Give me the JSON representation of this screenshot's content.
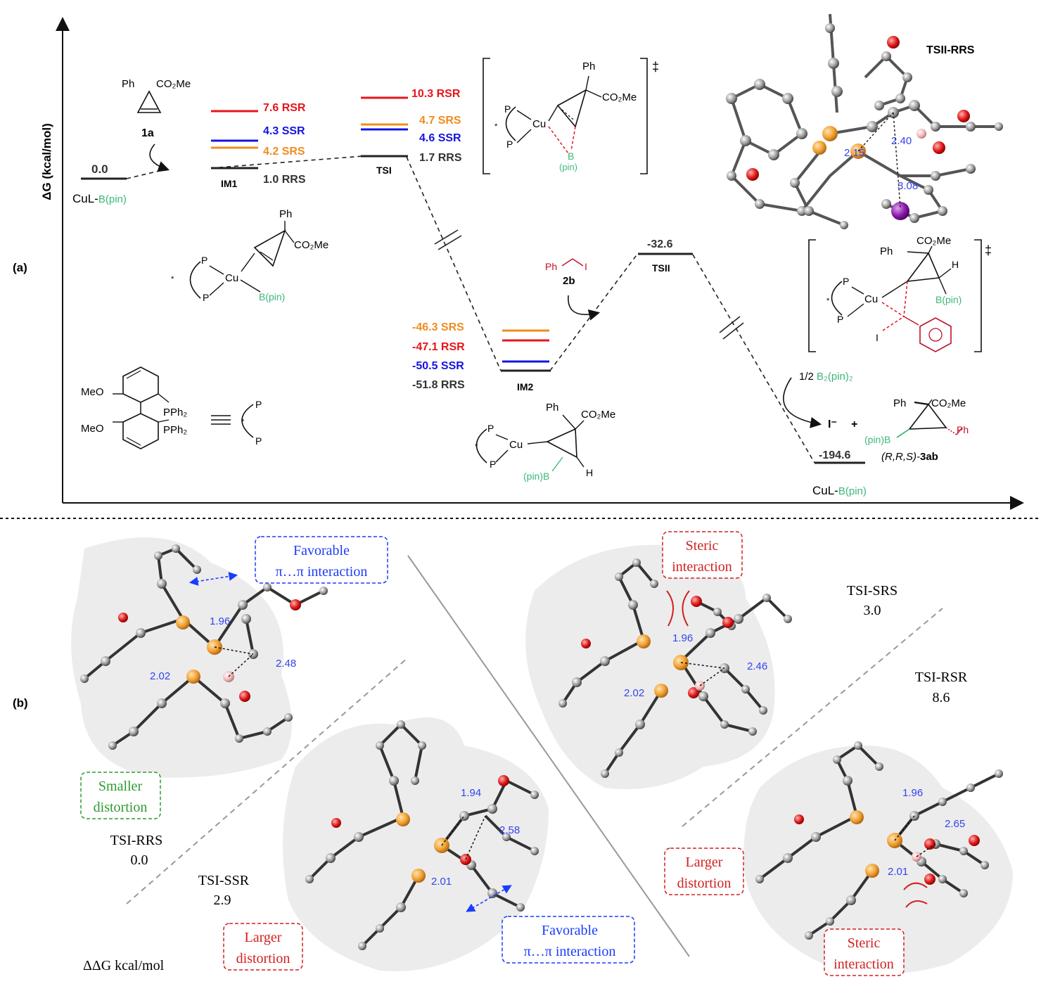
{
  "panel_a": {
    "label": "(a)",
    "y_axis_label": "ΔG (kcal/mol)",
    "start": {
      "energy": "0.0",
      "name": "CuL-",
      "name_boryl": "B(pin)"
    },
    "reagent_1a": {
      "ph": "Ph",
      "ester": "CO₂Me",
      "label": "1a"
    },
    "im1": {
      "label": "IM1",
      "levels": [
        {
          "value": "7.6",
          "tag": "RSR",
          "color": "#e8141c"
        },
        {
          "value": "4.3",
          "tag": "SSR",
          "color": "#1414e0"
        },
        {
          "value": "4.2",
          "tag": "SRS",
          "color": "#f08c1e"
        },
        {
          "value": "1.0",
          "tag": "RRS",
          "color": "#333333"
        }
      ]
    },
    "tsi": {
      "label": "TSI",
      "levels": [
        {
          "value": "10.3",
          "tag": "RSR",
          "color": "#e8141c"
        },
        {
          "value": "4.7",
          "tag": "SRS",
          "color": "#f08c1e"
        },
        {
          "value": "4.6",
          "tag": "SSR",
          "color": "#1414e0"
        },
        {
          "value": "1.7",
          "tag": "RRS",
          "color": "#333333"
        }
      ]
    },
    "im2": {
      "label": "IM2",
      "levels": [
        {
          "value": "-46.3",
          "tag": "SRS",
          "color": "#f08c1e"
        },
        {
          "value": "-47.1",
          "tag": "RSR",
          "color": "#e8141c"
        },
        {
          "value": "-50.5",
          "tag": "SSR",
          "color": "#1414e0"
        },
        {
          "value": "-51.8",
          "tag": "RRS",
          "color": "#333333"
        }
      ]
    },
    "tsii": {
      "label": "TSII",
      "energy": "-32.6"
    },
    "end": {
      "energy": "-194.6",
      "name": "CuL-",
      "name_boryl": "B(pin)"
    },
    "reagent_2b": {
      "ph": "Ph",
      "i": "I",
      "label": "2b"
    },
    "b2pin2": {
      "prefix": "1/2 ",
      "text": "B₂(pin)₂"
    },
    "iodide": "I⁻",
    "plus": "+",
    "product": {
      "ph": "Ph",
      "ester": "CO₂Me",
      "bpin": "(pin)B",
      "ph2": "Ph",
      "label_prefix": "(R,R,S)-",
      "label_bold": "3ab"
    },
    "tsii_3d_title": "TSII-RRS",
    "tsii_3d_distances": [
      "2.15",
      "2.40",
      "3.08"
    ],
    "ligand": {
      "meo1": "MeO",
      "pph2_1": "PPh₂",
      "meo2": "MeO",
      "pph2_2": "PPh₂",
      "p": "P",
      "star": "*"
    },
    "struct_common": {
      "p": "P",
      "cu": "Cu",
      "ph": "Ph",
      "ester": "CO₂Me",
      "bpin": "B(pin)",
      "bpin_short": "B",
      "pin": "(pin)",
      "pinb": "(pin)B",
      "h": "H",
      "i": "I",
      "star": "*",
      "dagger": "‡"
    }
  },
  "panel_b": {
    "label": "(b)",
    "unit": "ΔΔG kcal/mol",
    "structures": [
      {
        "name": "TSI-RRS",
        "energy": "0.0",
        "d1": "1.96",
        "d2": "2.02",
        "d3": "2.48"
      },
      {
        "name": "TSI-SSR",
        "energy": "2.9",
        "d1": "1.94",
        "d2": "2.01",
        "d3": "2.58"
      },
      {
        "name": "TSI-SRS",
        "energy": "3.0",
        "d1": "1.96",
        "d2": "2.02",
        "d3": "2.46"
      },
      {
        "name": "TSI-RSR",
        "energy": "8.6",
        "d1": "1.96",
        "d2": "2.01",
        "d3": "2.65"
      }
    ],
    "callouts": {
      "favorable_1": "Favorable",
      "favorable_2": "π…π interaction",
      "smaller_1": "Smaller",
      "smaller_2": "distortion",
      "larger_1": "Larger",
      "larger_2": "distortion",
      "steric_1": "Steric",
      "steric_2": "interaction"
    }
  }
}
